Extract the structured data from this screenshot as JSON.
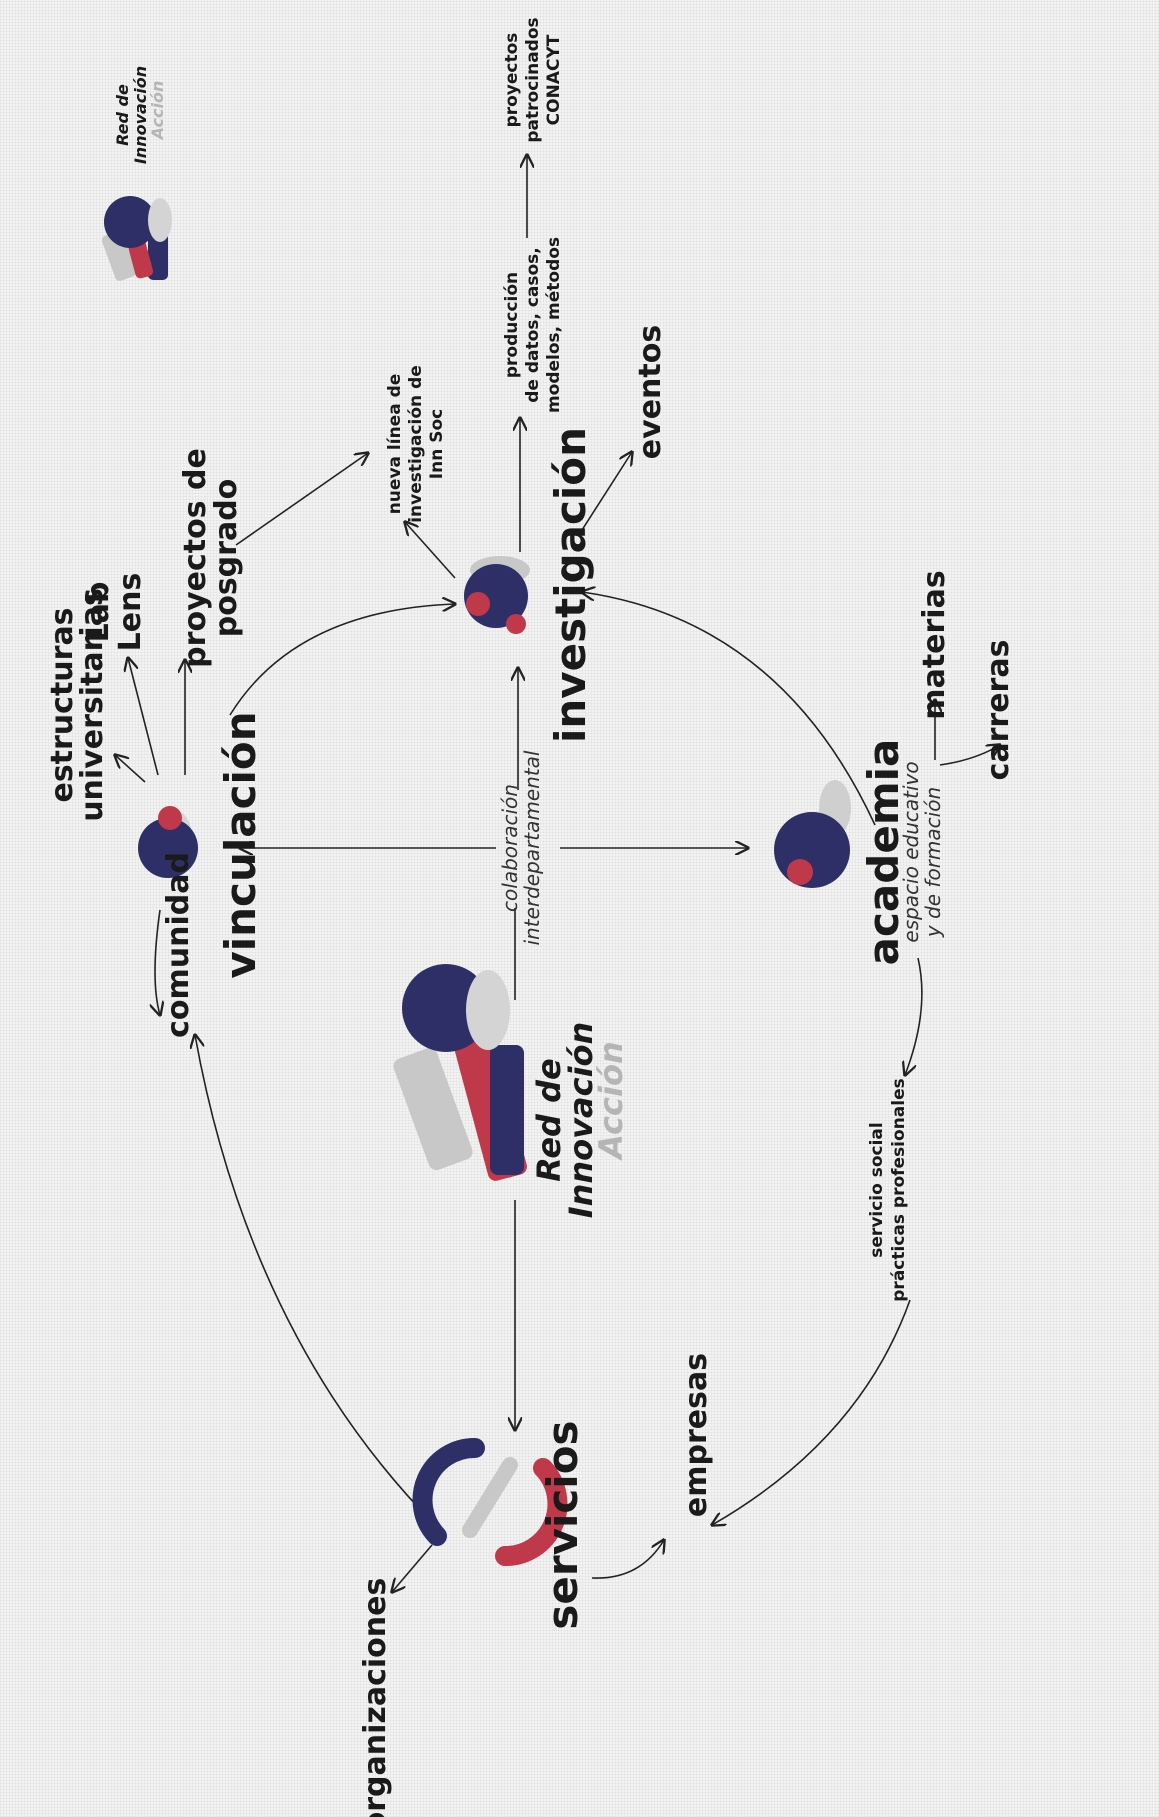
{
  "brand": {
    "line1": "Red de",
    "line2": "Innovación",
    "line3": "Acción"
  },
  "nodes": {
    "vinculacion": "vinculación",
    "investigacion": "investigación",
    "academia": "academia",
    "academia_sub1": "espacio educativo",
    "academia_sub2": "y de formación",
    "servicios": "servicios"
  },
  "center_label": {
    "line1": "colaboración",
    "line2": "interdepartamental"
  },
  "outputs": {
    "estructuras1": "estructuras",
    "estructuras2": "universitarias",
    "lab": "Lab",
    "lens": "Lens",
    "posgrado1": "proyectos de",
    "posgrado2": "posgrado",
    "comunidad": "comunidad",
    "linea1": "nueva línea de",
    "linea2": "investigación de",
    "linea3": "Inn Soc",
    "produccion1": "producción",
    "produccion2": "de datos, casos,",
    "produccion3": "modelos, métodos",
    "proyectos1": "proyectos",
    "proyectos2": "patrocinados",
    "proyectos3": "CONACYT",
    "eventos": "eventos",
    "materias": "materias",
    "carreras": "carreras",
    "servicio1": "servicio social",
    "servicio2": "prácticas profesionales",
    "empresas": "empresas",
    "organizaciones": "organizaciones"
  },
  "colors": {
    "navy": "#2d2f66",
    "red": "#c0394a",
    "gray": "#b8b8b8",
    "lightgray": "#d4d4d4"
  }
}
